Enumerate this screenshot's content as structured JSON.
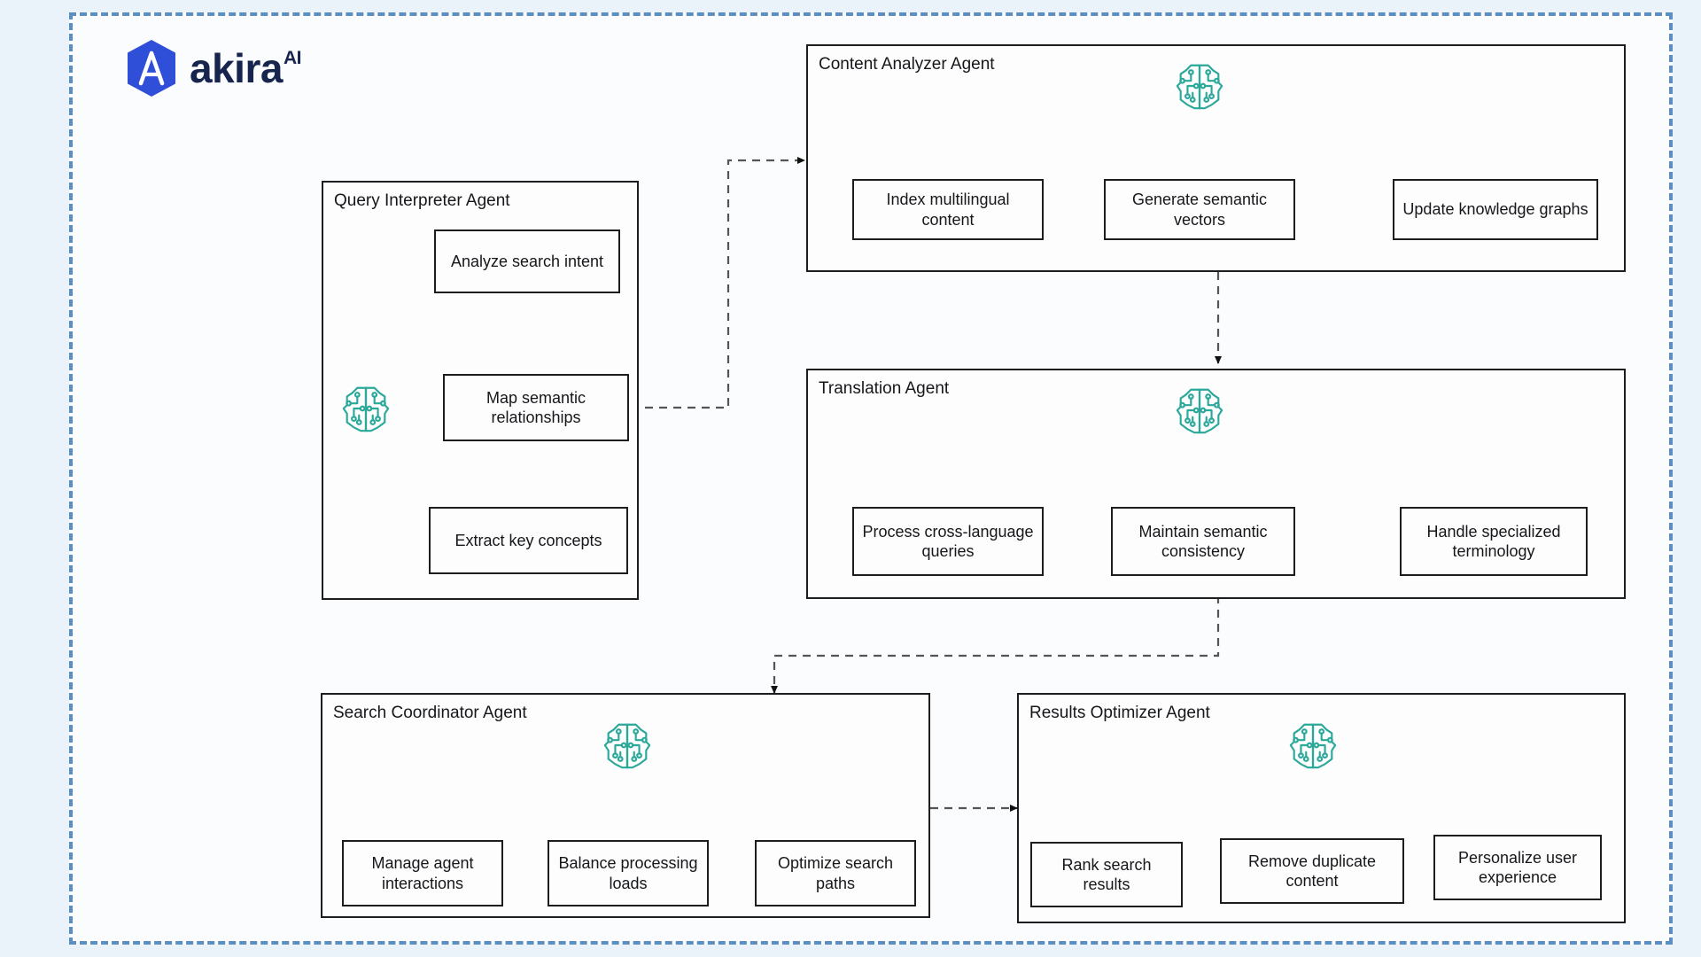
{
  "brand": {
    "name": "akira",
    "superscript": "AI",
    "logo_icon": "akira-hexagon-logo",
    "logo_color": "#2f4fd8",
    "wordmark_color": "#17254e"
  },
  "canvas": {
    "frame_border_color": "#5b8fc2",
    "frame_style": "dashed",
    "background_color": "#eaf3fa",
    "inner_background_color": "#fbfcfd",
    "accent_icon_color": "#2aa899"
  },
  "diagram": {
    "type": "multi-agent-architecture",
    "agents": [
      {
        "id": "query-interpreter",
        "title": "Query Interpreter Agent",
        "icon": "brain-circuit-icon",
        "tasks": [
          "Analyze search intent",
          "Map semantic relationships",
          "Extract key concepts"
        ]
      },
      {
        "id": "content-analyzer",
        "title": "Content Analyzer Agent",
        "icon": "brain-circuit-icon",
        "tasks": [
          "Index multilingual content",
          "Generate semantic vectors",
          "Update knowledge graphs"
        ]
      },
      {
        "id": "translation",
        "title": "Translation Agent",
        "icon": "brain-circuit-icon",
        "tasks": [
          "Process cross-language queries",
          "Maintain semantic consistency",
          "Handle specialized terminology"
        ]
      },
      {
        "id": "search-coordinator",
        "title": "Search Coordinator Agent",
        "icon": "brain-circuit-icon",
        "tasks": [
          "Manage agent interactions",
          "Balance processing loads",
          "Optimize search paths"
        ]
      },
      {
        "id": "results-optimizer",
        "title": "Results Optimizer Agent",
        "icon": "brain-circuit-icon",
        "tasks": [
          "Rank search results",
          "Remove duplicate content",
          "Personalize user experience"
        ]
      }
    ],
    "connections": [
      {
        "from": "query-interpreter",
        "to": "content-analyzer",
        "style": "dashed"
      },
      {
        "from": "content-analyzer",
        "to": "translation",
        "style": "dashed"
      },
      {
        "from": "translation",
        "to": "search-coordinator",
        "style": "dashed"
      },
      {
        "from": "search-coordinator",
        "to": "results-optimizer",
        "style": "dashed"
      }
    ]
  }
}
